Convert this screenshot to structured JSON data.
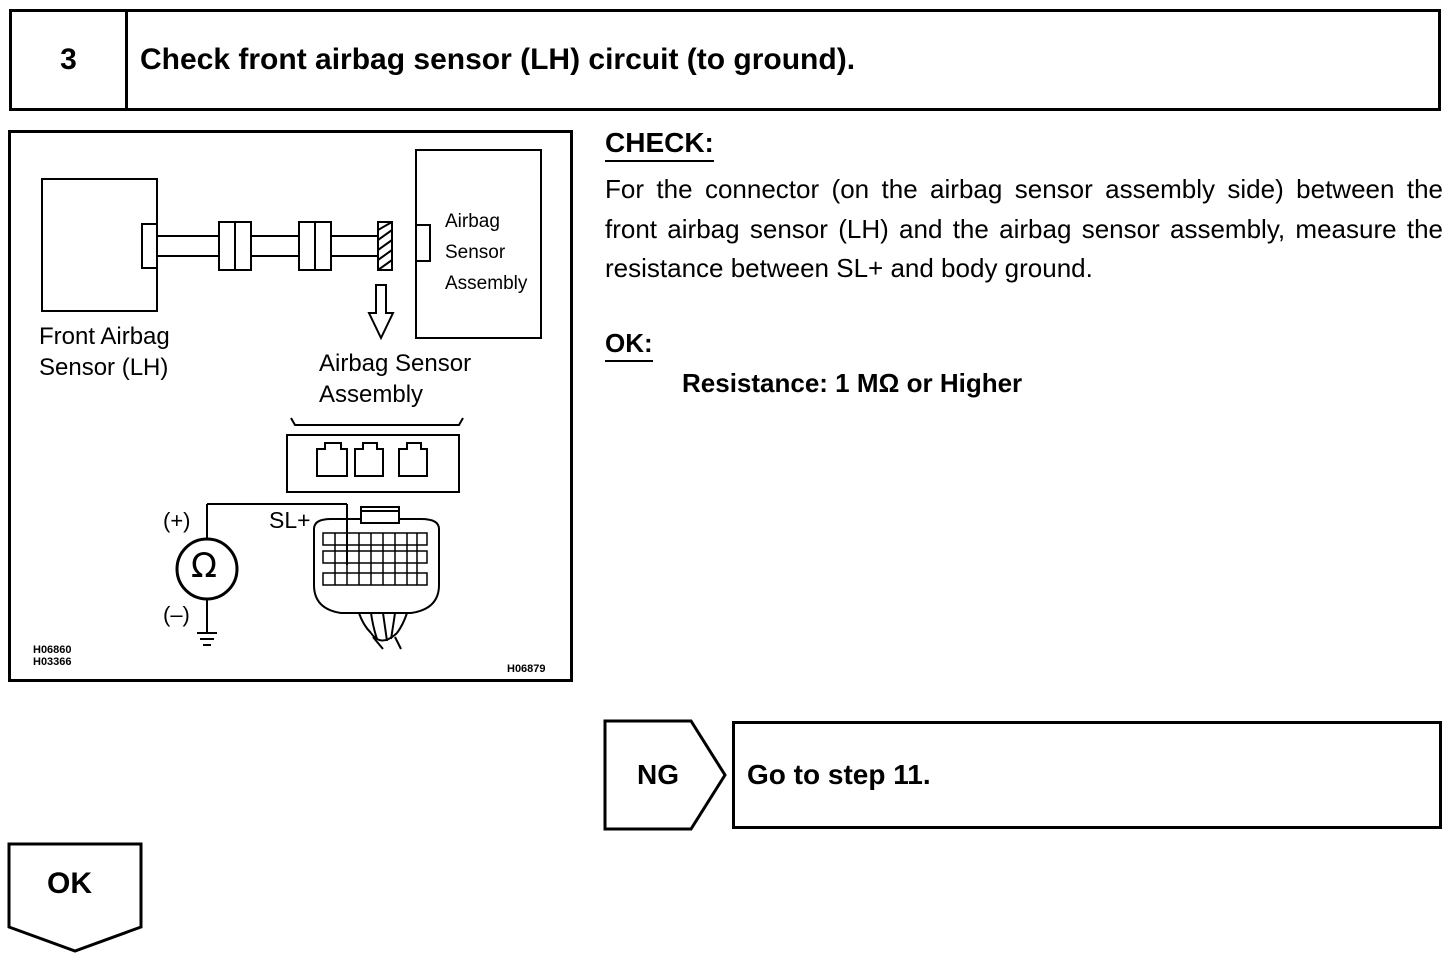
{
  "header": {
    "step_number": "3",
    "title": "Check front airbag sensor (LH) circuit (to ground)."
  },
  "figure": {
    "label_front_sensor_line1": "Front Airbag",
    "label_front_sensor_line2": "Sensor (LH)",
    "label_box_line1": "Airbag",
    "label_box_line2": "Sensor",
    "label_box_line3": "Assembly",
    "label_assembly_line1": "Airbag Sensor",
    "label_assembly_line2": "Assembly",
    "label_plus": "(+)",
    "label_minus": "(–)",
    "label_sl_plus": "SL+",
    "ohm_symbol": "Ω",
    "code_1": "H06860",
    "code_2": "H03366",
    "code_3": "H06879"
  },
  "check": {
    "heading": "CHECK:",
    "text": "For the connector (on the airbag sensor assembly side) between the front airbag sensor (LH) and the airbag sensor assembly, measure the resistance between SL+ and body ground."
  },
  "ok": {
    "heading": "OK:",
    "spec": "Resistance: 1 MΩ or Higher"
  },
  "ng": {
    "label": "NG",
    "action": "Go to step 11."
  },
  "ok_flow": {
    "label": "OK"
  }
}
